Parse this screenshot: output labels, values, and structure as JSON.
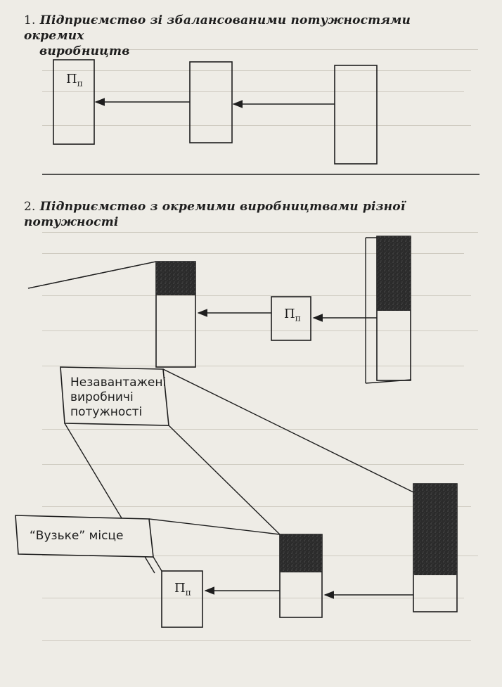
{
  "section1": {
    "number": "1.",
    "title_line1": "Підприємство зі збалансованими потужностями окремих",
    "title_line2": "виробництв"
  },
  "section2": {
    "number": "2.",
    "title": "Підприємство з окремими виробництвами різної потужності"
  },
  "labels": {
    "unloaded_capacity_line1": "Незавантажені",
    "unloaded_capacity_line2": "виробничі",
    "unloaded_capacity_line3": "потужності",
    "bottleneck": "“Вузьке” місце",
    "production_symbol": "П",
    "production_subscript": "п"
  },
  "colors": {
    "ink": "#1e1e1e",
    "paper": "#eeece6",
    "dark_fill": "#2b2b2b"
  }
}
